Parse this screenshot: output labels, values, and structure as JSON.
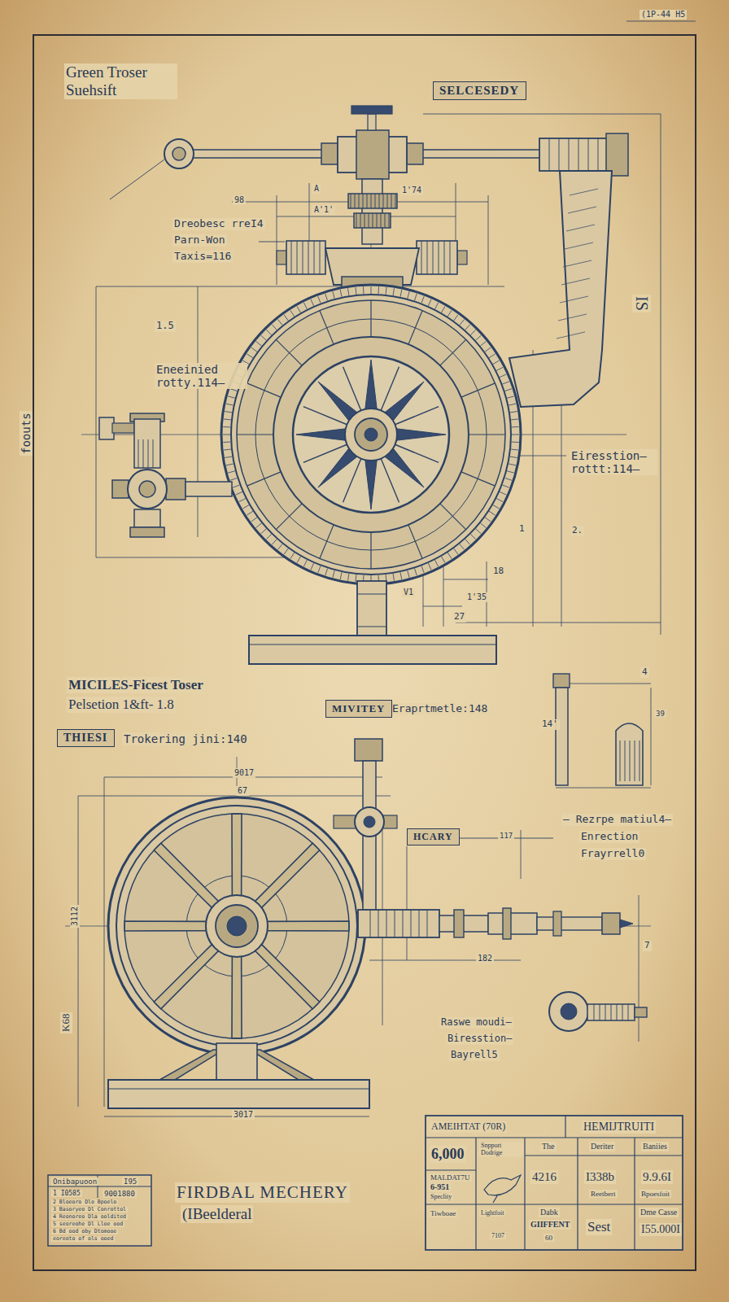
{
  "diagram": {
    "title": "FIRDBAL MECHERY",
    "caption": "(IBeelderal",
    "nodes": [
      {
        "text": [
          "SELCESEDY"
        ]
      },
      {
        "text": [
          "MIVITEY"
        ]
      },
      {
        "text": [
          "THIESI"
        ]
      },
      {
        "text": [
          "HCARY"
        ]
      }
    ],
    "labels": [
      "(1P-44 H5",
      "Green Troser Suehsift",
      "Dreobesc rreI4",
      "Parn-Won",
      "Taxis=116",
      "98",
      "A",
      "1'74",
      "A'1'",
      "1.5",
      "Eneeinied rotty.114—",
      "foouts",
      "IS",
      "Eiresstion— rottt:114—",
      "1",
      "2.",
      "18",
      "1'35",
      "27",
      "V1",
      "MICILES-Ficest Toser",
      "Pelsetion 1&ft- 1.8",
      "Eraprtmetle:148",
      "Trokering jini:140",
      "9017",
      "67",
      "3112",
      "K68",
      "3017",
      "— Rezrpe matiul4—",
      "Enrection",
      "Frayrrell0",
      "117",
      "182",
      "7",
      "Raswe moudi—",
      "Biresstion—",
      "Bayrell5",
      "4",
      "14'",
      "39",
      "AMEIHTAT (70R)",
      "HEMIJTRUITI",
      "6,000",
      "Snpport Dodrige",
      "MALDAT7U",
      "6-951",
      "Speclity",
      "The",
      "Deriter",
      "Baniies",
      "4216",
      "I338b",
      "9.9.6I",
      "Reetbert",
      "Bpoesfoit",
      "Tiwboae",
      "Lightfoit",
      "7107",
      "Dabk",
      "GIIFFENT",
      "60",
      "Sest",
      "Dme Casse",
      "I55.000I",
      "Onibapuoon",
      "I95",
      "1 I0585",
      "9001880",
      "2 Bloeoro Dlo Bpoelo",
      "3 Basoryeo Dl Conrottol",
      "4 Reonoreo Dla ooldited",
      "5 seoreohe Dl Lloe ood",
      "6 Bd ood oby Dtomooe",
      "eoreoto of ols ooed"
    ]
  }
}
